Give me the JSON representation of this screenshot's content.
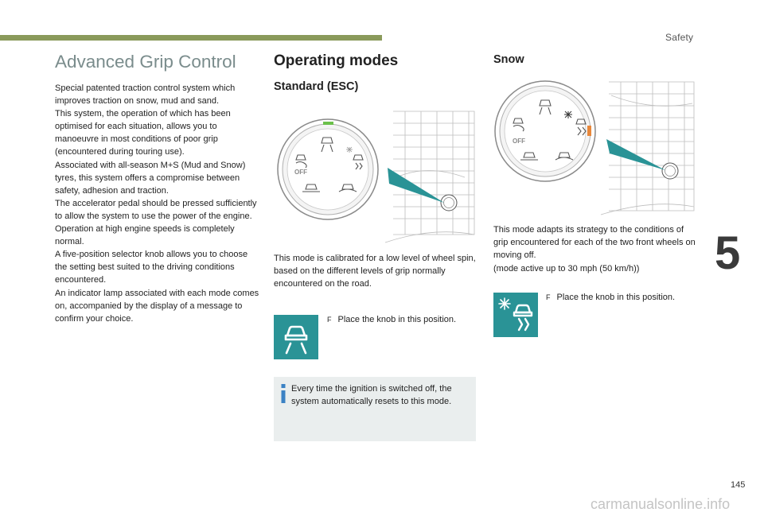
{
  "header": {
    "section": "Safety",
    "chapter": "5",
    "page_number": "145",
    "watermark": "carmanualsonline.info",
    "accent_color": "#8a9a5b"
  },
  "left": {
    "title": "Advanced Grip Control",
    "intro": [
      "Special patented traction control system which improves traction on snow, mud and sand.",
      "This system, the operation of which has been optimised for each situation, allows you to manoeuvre in most conditions of poor grip (encountered during touring use).",
      "Associated with all-season M+S (Mud and Snow) tyres, this system offers a compromise between safety, adhesion and traction.",
      "The accelerator pedal should be pressed sufficiently to allow the system to use the power of the engine. Operation at high engine speeds is completely normal.",
      "A five-position selector knob allows you to choose the setting best suited to the driving conditions encountered.",
      "An indicator lamp associated with each mode comes on, accompanied by the display of a message to confirm your choice."
    ]
  },
  "operating": {
    "heading": "Operating modes",
    "standard": {
      "heading": "Standard (ESC)",
      "knob_off_label": "OFF",
      "description": "This mode is calibrated for a low level of wheel spin, based on the different levels of grip normally encountered on the road.",
      "instruction_bullet": "F",
      "instruction": "Place the knob in this position.",
      "note_icon": "info-icon",
      "note": "Every time the ignition is switched off, the system automatically resets to this mode.",
      "tile_color": "#2a9396",
      "indicator_color": "#6bc04b"
    },
    "snow": {
      "heading": "Snow",
      "knob_off_label": "OFF",
      "description": "This mode adapts its strategy to the conditions of grip encountered for each of the two front wheels on moving off.",
      "condition": "(mode active up to 30 mph (50 km/h))",
      "instruction_bullet": "F",
      "instruction": "Place the knob in this position.",
      "tile_color": "#2a9396",
      "indicator_color": "#e8873a"
    }
  }
}
